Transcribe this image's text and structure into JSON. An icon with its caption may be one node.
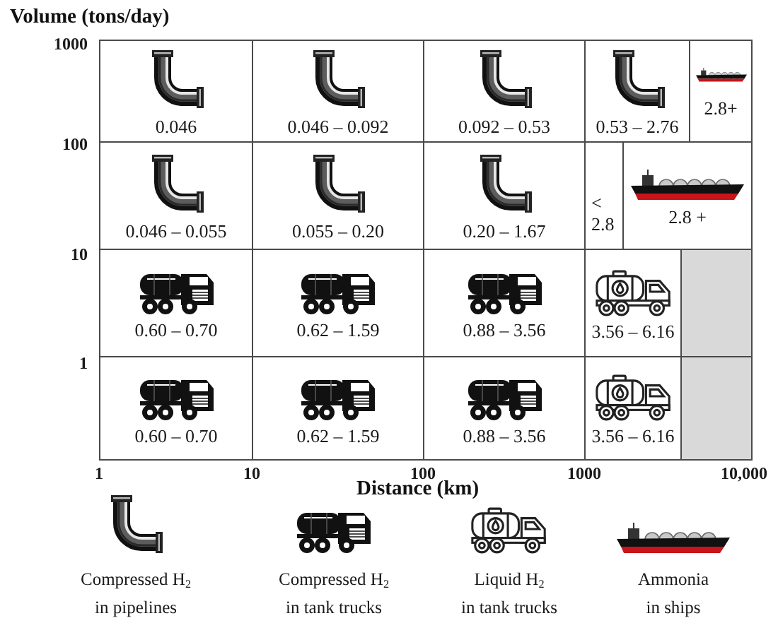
{
  "diagram": {
    "nodes": [
      {
        "text": [
          "0.046"
        ]
      },
      {
        "text": [
          "0.046 – 0.092"
        ]
      },
      {
        "text": [
          "0.092 – 0.53"
        ]
      },
      {
        "text": [
          "0.53 – 2.76"
        ]
      },
      {
        "text": [
          "2.8+"
        ]
      },
      {
        "text": [
          "0.046 – 0.055"
        ]
      },
      {
        "text": [
          "0.055 – 0.20"
        ]
      },
      {
        "text": [
          "0.20 – 1.67"
        ]
      },
      {
        "text": [
          "< 2.8"
        ]
      },
      {
        "text": [
          "2.8 +"
        ]
      },
      {
        "text": [
          "0.60 – 0.70"
        ]
      },
      {
        "text": [
          "0.62 – 1.59"
        ]
      },
      {
        "text": [
          "0.88 – 3.56"
        ]
      },
      {
        "text": [
          "3.56 – 6.16"
        ]
      },
      {
        "text": [],
        "shape": "box"
      },
      {
        "text": [
          "0.60 – 0.70"
        ]
      },
      {
        "text": [
          "0.62 – 1.59"
        ]
      },
      {
        "text": [
          "0.88 – 3.56"
        ]
      },
      {
        "text": [
          "3.56 – 6.16"
        ]
      },
      {
        "text": [],
        "shape": "box"
      }
    ],
    "labels": [
      "Volume (tons/day)",
      "1000",
      "100",
      "10",
      "1",
      "1",
      "10",
      "100",
      "1000",
      "10,000",
      "Distance (km)"
    ],
    "legend": [
      {
        "text": "Compressed H$_{2}$ in pipelines"
      },
      {
        "text": "Compressed H$_{2}$ in tank trucks"
      },
      {
        "text": "Liquid H$_{2}$ in tank trucks"
      },
      {
        "text": "Ammonia in ships"
      }
    ]
  }
}
